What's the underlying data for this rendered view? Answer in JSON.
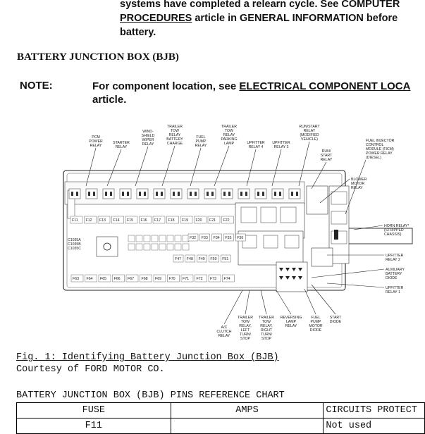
{
  "intro": {
    "line1": "systems have completed a relearn cycle. See COMPUTER",
    "line2_link": "PROCEDURES",
    "line2_rest": " article in GENERAL INFORMATION before",
    "line3": "battery."
  },
  "section_title": "BATTERY JUNCTION BOX (BJB)",
  "note": {
    "label": "NOTE:",
    "text_before": "For component location, see ",
    "link": "ELECTRICAL COMPONENT LOCA",
    "line2": "article."
  },
  "figure": {
    "top_labels": [
      [
        "PCM",
        "POWER",
        "RELAY"
      ],
      [
        "STARTER",
        "RELAY"
      ],
      [
        "WIND-",
        "SHIELD",
        "WIPER",
        "RELAY"
      ],
      [
        "TRAILER",
        "TOW",
        "RELAY",
        "BATTERY",
        "CHARGE"
      ],
      [
        "FUEL",
        "PUMP",
        "RELAY"
      ],
      [
        "TRAILER",
        "TOW",
        "RELAY",
        "PARKING",
        "LAMP"
      ],
      [
        "UPFITTER",
        "RELAY 4"
      ],
      [
        "UPFITTER",
        "RELAY 3"
      ],
      [
        "RUN/START",
        "RELAY",
        "(MODIFIED",
        "VEHICLE)"
      ],
      [
        "RUN/",
        "START",
        "RELAY"
      ],
      [
        "FUEL INJECTOR",
        "CONTROL",
        "MODULE (FICM)",
        "POWER RELAY",
        "(DIESEL)"
      ]
    ],
    "right_labels": [
      [
        "BLOWER",
        "MOTOR",
        "RELAY"
      ],
      [
        "HORN RELAY*",
        "(STRIPPED",
        "CHASSIS)"
      ],
      [
        "UPFITTER",
        "RELAY 2"
      ],
      [
        "AUXILIARY",
        "BATTERY",
        "DIODE"
      ],
      [
        "UPFITTER",
        "RELAY 1"
      ]
    ],
    "left_labels": [
      "C1035A",
      "C1035B",
      "C1035C"
    ],
    "bottom_labels": [
      [
        "A/C",
        "CLUTCH",
        "RELAY"
      ],
      [
        "TRAILER",
        "TOW",
        "RELAY,",
        "LEFT",
        "TURN/",
        "STOP"
      ],
      [
        "TRAILER",
        "TOW",
        "RELAY,",
        "RIGHT",
        "TURN/",
        "STOP"
      ],
      [
        "REVERSING",
        "LAMP",
        "RELAY"
      ],
      [
        "FUEL",
        "PUMP",
        "MOTOR",
        "DIODE"
      ],
      [
        "START",
        "DIODE"
      ]
    ],
    "fuse_row1": [
      "F11",
      "F12",
      "F13",
      "F14",
      "F15",
      "F16",
      "F17",
      "F18",
      "F19",
      "F20",
      "F21",
      "F22"
    ],
    "fuse_row2": [
      "F32",
      "F33",
      "F34",
      "F35",
      "F36"
    ],
    "fuse_row3": [
      "F47",
      "F48",
      "F49",
      "F50",
      "F51"
    ],
    "fuse_row4": [
      "F63",
      "F64",
      "F65",
      "F66",
      "F67",
      "F68",
      "F69",
      "F70",
      "F71",
      "F72",
      "F73",
      "F74"
    ],
    "caption": "Fig. 1: Identifying Battery Junction Box (BJB)",
    "courtesy": "Courtesy of FORD MOTOR CO."
  },
  "chart": {
    "title": "BATTERY JUNCTION BOX (BJB) PINS REFERENCE CHART",
    "headers": [
      "FUSE",
      "AMPS",
      "CIRCUITS PROTECT"
    ],
    "rows": [
      [
        "F11",
        "",
        "Not used"
      ]
    ]
  }
}
